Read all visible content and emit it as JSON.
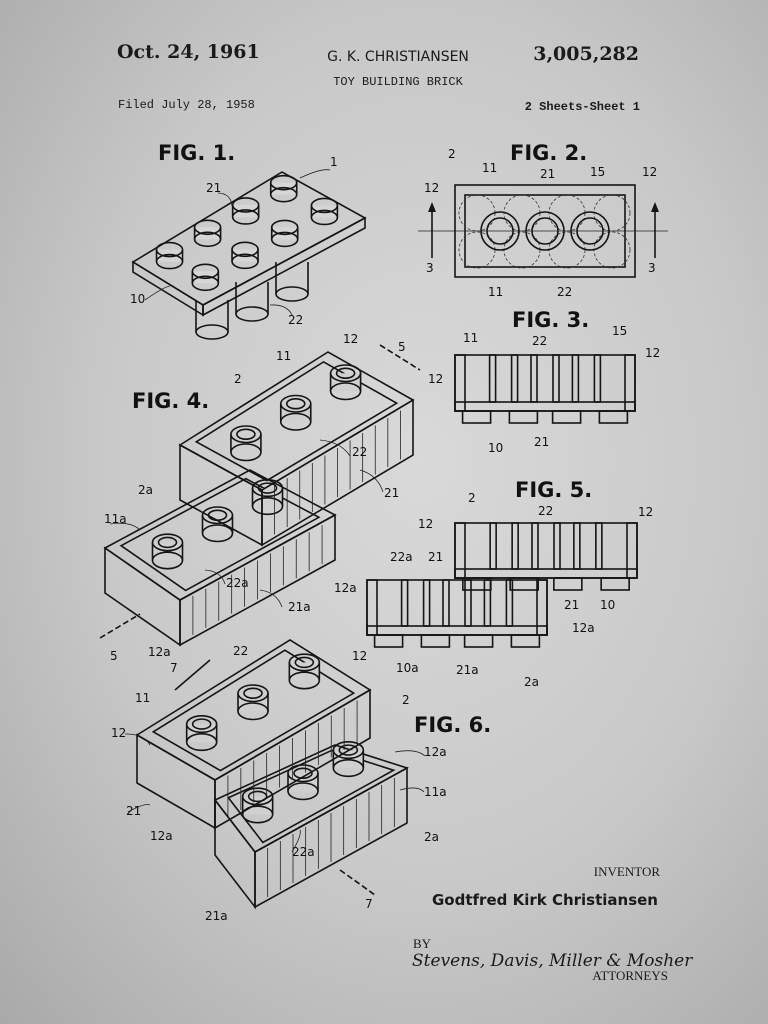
{
  "header": {
    "date": "Oct. 24, 1961",
    "inventor_header": "G. K. CHRISTIANSEN",
    "patent_number": "3,005,282",
    "title": "TOY BUILDING BRICK",
    "filed": "Filed July 28, 1958",
    "sheets": "2 Sheets-Sheet 1"
  },
  "figures": {
    "fig1": {
      "label": "FIG. 1.",
      "refs": [
        "1",
        "21",
        "10",
        "22"
      ]
    },
    "fig2": {
      "label": "FIG. 2.",
      "refs": [
        "2",
        "11",
        "21",
        "15",
        "12",
        "12",
        "3",
        "3",
        "11",
        "22"
      ]
    },
    "fig3": {
      "label": "FIG. 3.",
      "refs": [
        "11",
        "22",
        "15",
        "12",
        "12",
        "10",
        "21"
      ]
    },
    "fig4": {
      "label": "FIG. 4.",
      "refs": [
        "12",
        "5",
        "11",
        "2",
        "22",
        "21",
        "2a",
        "11a",
        "22a",
        "21a",
        "12a",
        "5"
      ]
    },
    "fig5": {
      "label": "FIG. 5.",
      "refs": [
        "2",
        "22",
        "12",
        "12",
        "22a",
        "21",
        "12a",
        "21",
        "10",
        "12a",
        "10a",
        "21a",
        "2a"
      ]
    },
    "fig6": {
      "label": "FIG. 6.",
      "refs": [
        "7",
        "22",
        "12",
        "11",
        "2",
        "12",
        "12a",
        "11a",
        "21",
        "12a",
        "22a",
        "2a",
        "21a",
        "7"
      ]
    }
  },
  "footer": {
    "inventor_caption": "INVENTOR",
    "inventor_name": "Godtfred Kirk Christiansen",
    "by": "BY",
    "attorneys_signature": "Stevens, Davis, Miller & Mosher",
    "attorneys_caption": "ATTORNEYS"
  },
  "colors": {
    "paper": "#c9c9c9",
    "ink": "#151515"
  }
}
